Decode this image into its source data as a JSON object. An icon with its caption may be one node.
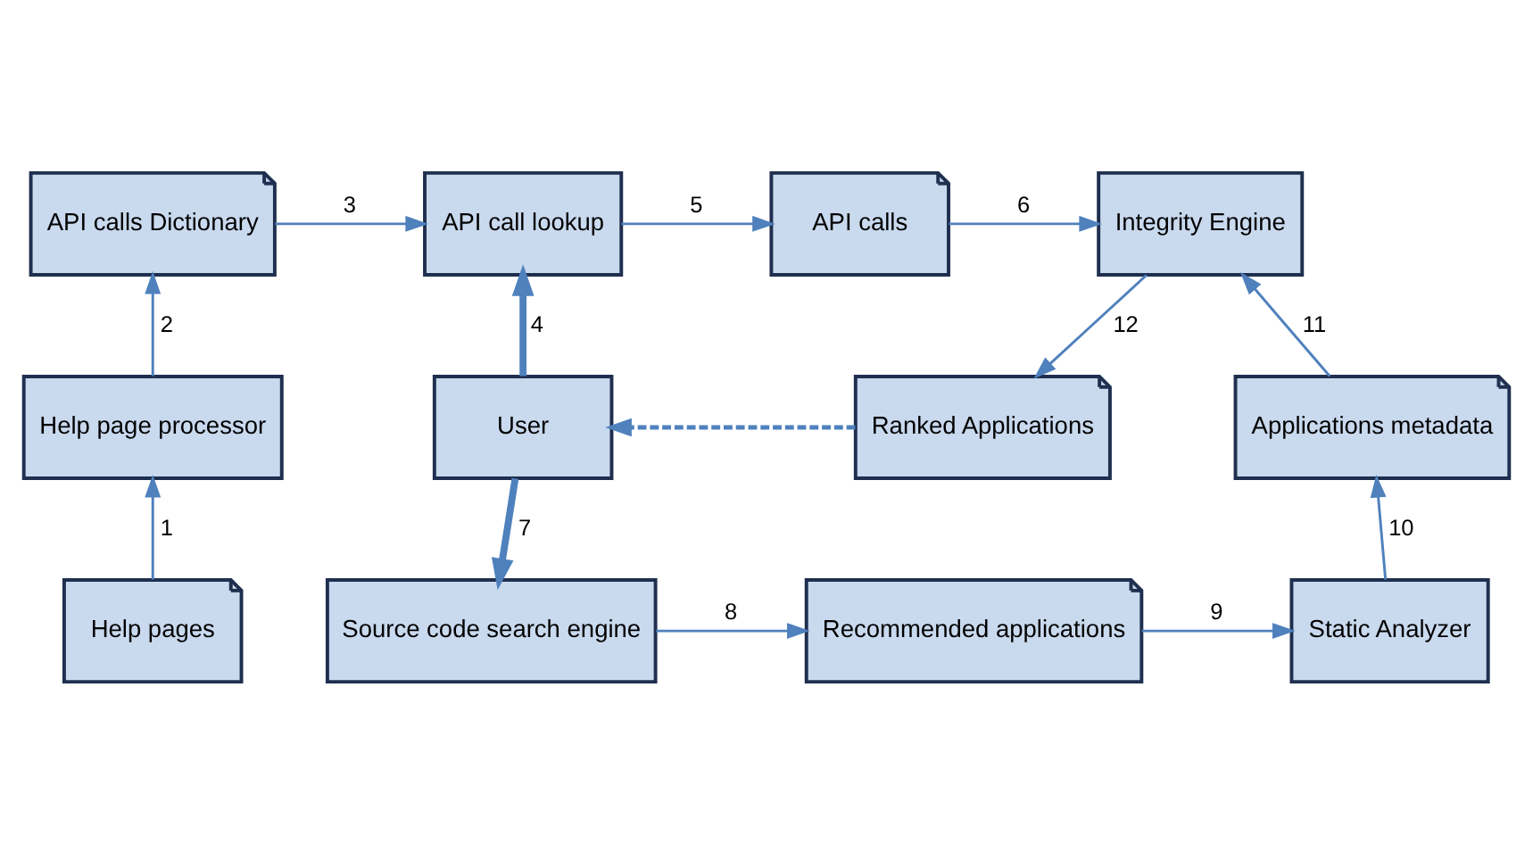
{
  "diagram": {
    "nodes": [
      {
        "text": [
          "API calls Dictionary"
        ]
      },
      {
        "text": [
          "API call lookup"
        ]
      },
      {
        "text": [
          "API calls"
        ]
      },
      {
        "text": [
          "Integrity Engine"
        ]
      },
      {
        "text": [
          "Help page processor"
        ]
      },
      {
        "text": [
          "User"
        ]
      },
      {
        "text": [
          "Ranked Applications"
        ]
      },
      {
        "text": [
          "Applications metadata"
        ]
      },
      {
        "text": [
          "Help pages"
        ]
      },
      {
        "text": [
          "Source code search engine"
        ]
      },
      {
        "text": [
          "Recommended applications"
        ]
      },
      {
        "text": [
          "Static Analyzer"
        ]
      }
    ],
    "edges": [
      {
        "from": 8,
        "to": 4,
        "arrow": "to",
        "label": "1"
      },
      {
        "from": 4,
        "to": 0,
        "arrow": "to",
        "label": "2"
      },
      {
        "from": 0,
        "to": 1,
        "arrow": "to",
        "label": "3"
      },
      {
        "from": 5,
        "to": 1,
        "arrow": "to",
        "label": "4",
        "style": "thick"
      },
      {
        "from": 1,
        "to": 2,
        "arrow": "to",
        "label": "5"
      },
      {
        "from": 2,
        "to": 3,
        "arrow": "to",
        "label": "6"
      },
      {
        "from": 5,
        "to": 9,
        "arrow": "to",
        "label": "7",
        "style": "thick"
      },
      {
        "from": 9,
        "to": 10,
        "arrow": "to",
        "label": "8"
      },
      {
        "from": 10,
        "to": 11,
        "arrow": "to",
        "label": "9"
      },
      {
        "from": 11,
        "to": 7,
        "arrow": "to",
        "label": "10"
      },
      {
        "from": 7,
        "to": 3,
        "arrow": "to",
        "label": "11"
      },
      {
        "from": 3,
        "to": 6,
        "arrow": "to",
        "label": "12"
      },
      {
        "from": 6,
        "to": 5,
        "arrow": "to",
        "style": "dashed"
      }
    ]
  }
}
